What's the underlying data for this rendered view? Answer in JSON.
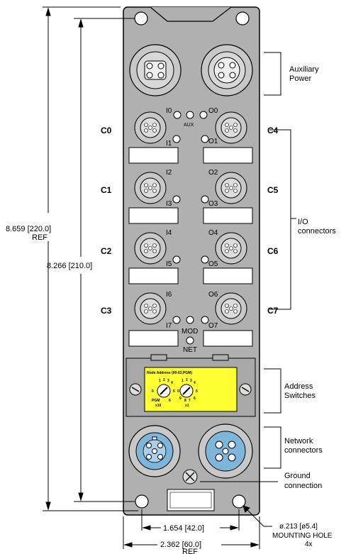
{
  "channels": {
    "c0": "C0",
    "c1": "C1",
    "c2": "C2",
    "c3": "C3",
    "c4": "C4",
    "c5": "C5",
    "c6": "C6",
    "c7": "C7"
  },
  "io_labels": {
    "i0": "I0",
    "i1": "I1",
    "i2": "I2",
    "i3": "I3",
    "i4": "I4",
    "i5": "I5",
    "i6": "I6",
    "i7": "I7",
    "o0": "O0",
    "o1": "O1",
    "o2": "O2",
    "o3": "O3",
    "o4": "O4",
    "o5": "O5",
    "o6": "O6",
    "o7": "O7"
  },
  "leds": {
    "aux": "AUX",
    "mod": "MOD",
    "net": "NET"
  },
  "callouts": {
    "aux_power_1": "Auxiliary",
    "aux_power_2": "Power",
    "io_1": "I/O",
    "io_2": "connectors",
    "addr_1": "Address",
    "addr_2": "Switches",
    "net_1": "Network",
    "net_2": "connectors",
    "gnd_1": "Ground",
    "gnd_2": "connection"
  },
  "dimensions": {
    "height_total_1": "8.659  [220.0]",
    "height_total_2": "REF",
    "height_holes": "8.266  [210.0]",
    "width_holes": "1.654  [42.0]",
    "width_total_1": "2.362  [60.0]",
    "width_total_2": "REF",
    "hole_1": "ø.213  [ø5.4]",
    "hole_2": "MOUNTING  HOLE",
    "hole_3": "4x"
  },
  "address_panel": {
    "title": "Node Address (00-63,PGM)",
    "pgm": "PGM",
    "x10": "x10",
    "x1": "x1"
  },
  "colors": {
    "housing": "#b0b0b0",
    "panel": "#ffff33",
    "network": "#7eb6d9"
  }
}
